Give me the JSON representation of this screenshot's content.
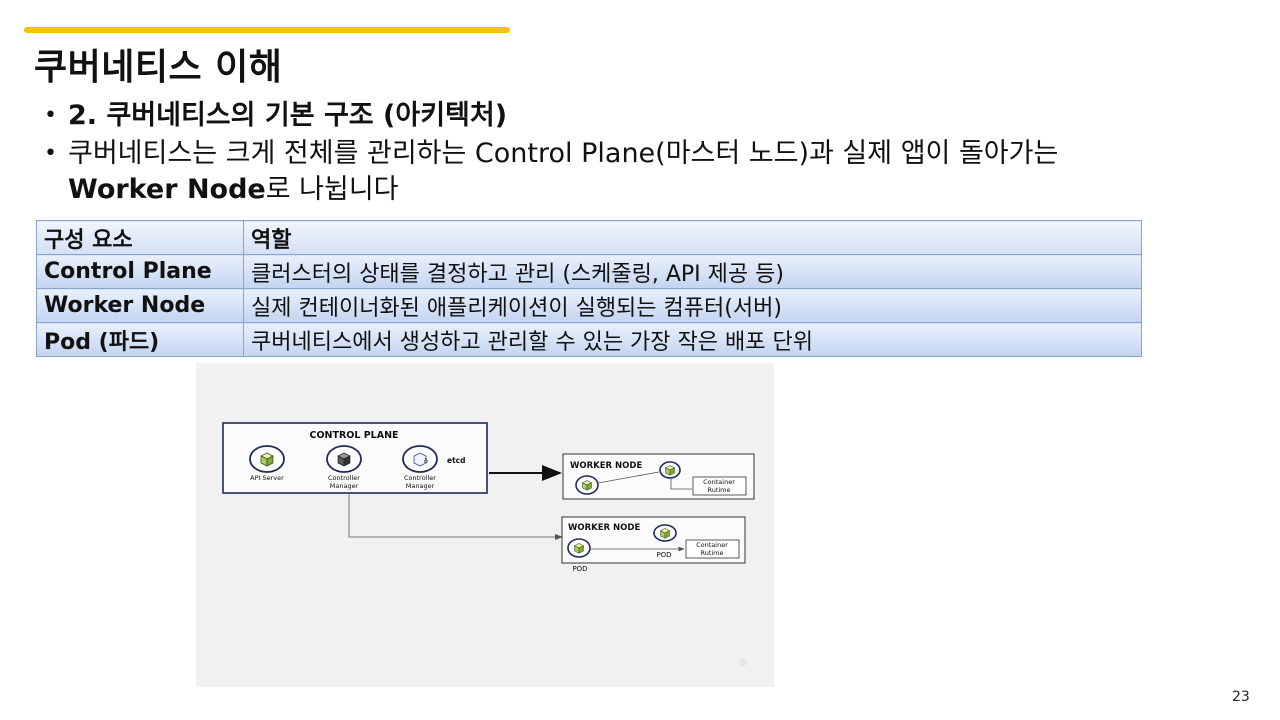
{
  "slide": {
    "title": "쿠버네티스 이해",
    "page_number": "23",
    "accent_color": "#f5c400"
  },
  "bullets": {
    "b1": "2. 쿠버네티스의 기본 구조 (아키텍처)",
    "b2_pre": "쿠버네티스는 크게 전체를 관리하는 Control Plane(마스터 노드)과 실제 앱이 돌아가는",
    "b2_bold": "Worker Node",
    "b2_post": "로 나뉩니다"
  },
  "table": {
    "headers": [
      "구성 요소",
      "역할"
    ],
    "rows": [
      [
        "Control Plane",
        "클러스터의 상태를 결정하고 관리 (스케줄링, API 제공 등)"
      ],
      [
        "Worker Node",
        "실제 컨테이너화된 애플리케이션이 실행되는 컴퓨터(서버)"
      ],
      [
        "Pod (파드)",
        "쿠버네티스에서 생성하고 관리할 수 있는 가장 작은 배포 단위"
      ]
    ]
  },
  "diagram": {
    "control_plane_label": "CONTROL PLANE",
    "components": [
      "API Server",
      "Controller Manager",
      "Controller Manager",
      "etcd"
    ],
    "worker1": {
      "label": "WORKER NODE",
      "runtime": "Container Rutime"
    },
    "worker2": {
      "label": "WORKER NODE",
      "runtime": "Container Rutime",
      "pod_label": "POD",
      "pod_label_left": "POD"
    }
  }
}
